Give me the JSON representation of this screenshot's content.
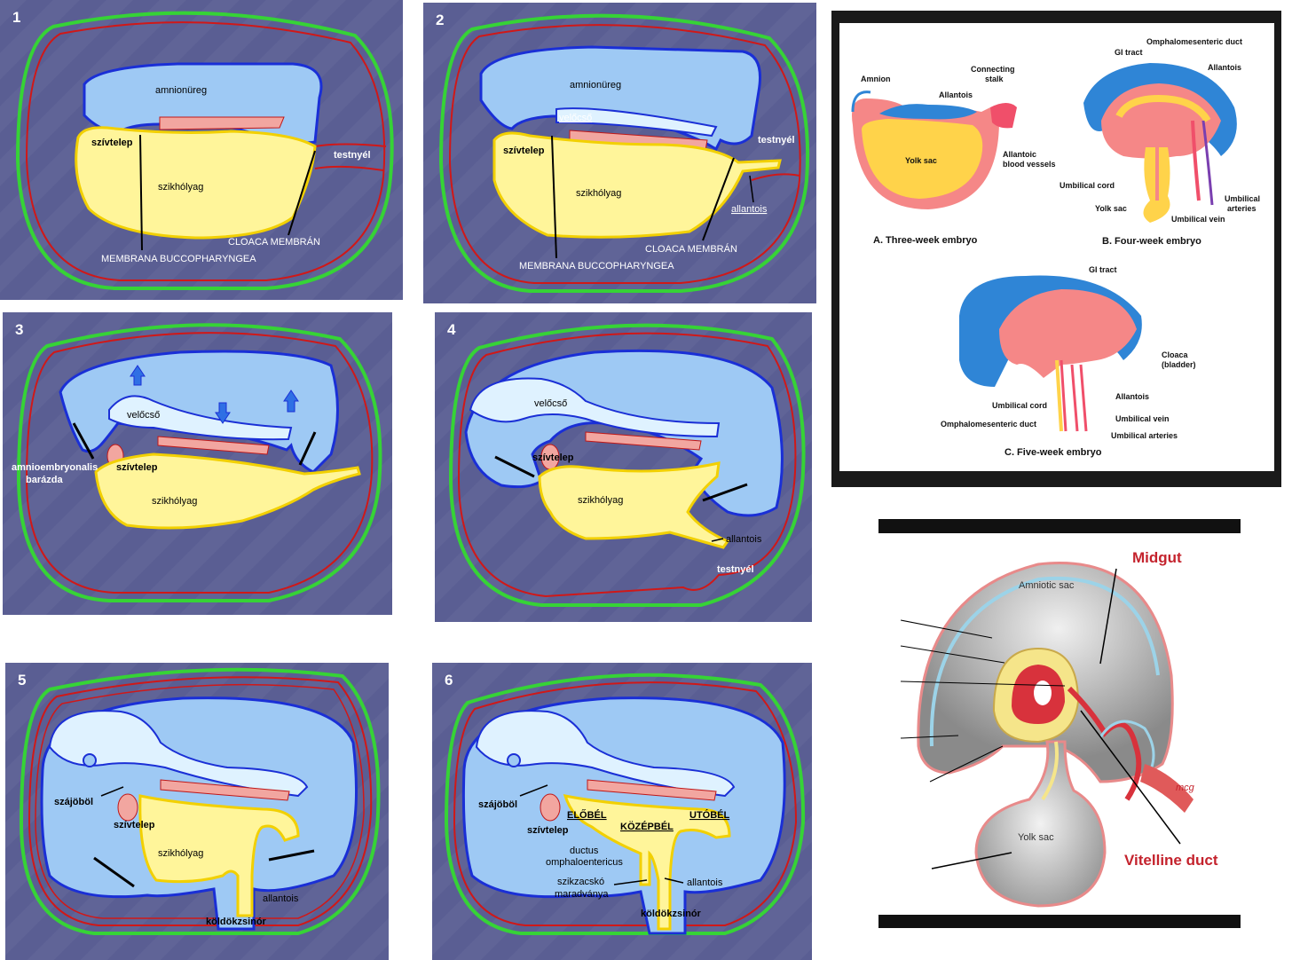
{
  "panels": [
    {
      "num": "1",
      "labels": {
        "amnion": "amnionüreg",
        "heart": "szívtelep",
        "yolk": "szikhólyag",
        "stalk": "testnyél",
        "cloaca": "CLOACA MEMBRÁN",
        "bucco": "MEMBRANA BUCCOPHARYNGEA"
      }
    },
    {
      "num": "2",
      "labels": {
        "amnion": "amnionüreg",
        "neural": "velőcső",
        "heart": "szívtelep",
        "yolk": "szikhólyag",
        "stalk": "testnyél",
        "allantois": "allantois",
        "cloaca": "CLOACA MEMBRÁN",
        "bucco": "MEMBRANA BUCCOPHARYNGEA"
      }
    },
    {
      "num": "3",
      "labels": {
        "neural": "velőcső",
        "heart": "szívtelep",
        "yolk": "szikhólyag",
        "groove1": "amnioembryonalis",
        "groove2": "barázda"
      }
    },
    {
      "num": "4",
      "labels": {
        "neural": "velőcső",
        "heart": "szívtelep",
        "yolk": "szikhólyag",
        "allantois": "allantois",
        "stalk": "testnyél"
      }
    },
    {
      "num": "5",
      "labels": {
        "mouth": "szájöböl",
        "heart": "szívtelep",
        "yolk": "szikhólyag",
        "allantois": "allantois",
        "cord": "köldökzsinór"
      }
    },
    {
      "num": "6",
      "labels": {
        "mouth": "szájöböl",
        "heart": "szívtelep",
        "fore": "ELŐBÉL",
        "mid": "KÖZÉPBÉL",
        "hind": "UTÓBÉL",
        "duct1": "ductus",
        "duct2": "omphaloentericus",
        "rem1": "szikzacskó",
        "rem2": "maradványa",
        "allantois": "allantois",
        "cord": "köldökzsinór"
      }
    }
  ],
  "embryo_figure": {
    "a": {
      "amnion": "Amnion",
      "stalk1": "Connecting",
      "stalk2": "stalk",
      "allantois": "Allantois",
      "yolk": "Yolk sac",
      "vessels1": "Allantoic",
      "vessels2": "blood vessels",
      "caption": "A. Three-week embryo"
    },
    "b": {
      "omd": "Omphalomesenteric duct",
      "gi": "GI tract",
      "allantois": "Allantois",
      "cord": "Umbilical cord",
      "yolk": "Yolk sac",
      "vein": "Umbilical vein",
      "arteries1": "Umbilical",
      "arteries2": "arteries",
      "caption": "B. Four-week embryo"
    },
    "c": {
      "gi": "GI tract",
      "cloaca1": "Cloaca",
      "cloaca2": "(bladder)",
      "allantois": "Allantois",
      "cord": "Umbilical cord",
      "omd": "Omphalomesenteric duct",
      "vein": "Umbilical vein",
      "arteries": "Umbilical arteries",
      "caption": "C. Five-week embryo"
    }
  },
  "midgut_figure": {
    "midgut": "Midgut",
    "amniotic": "Amniotic sac",
    "yolk": "Yolk sac",
    "vitelline": "Vitelline duct",
    "signature": "mcg"
  }
}
